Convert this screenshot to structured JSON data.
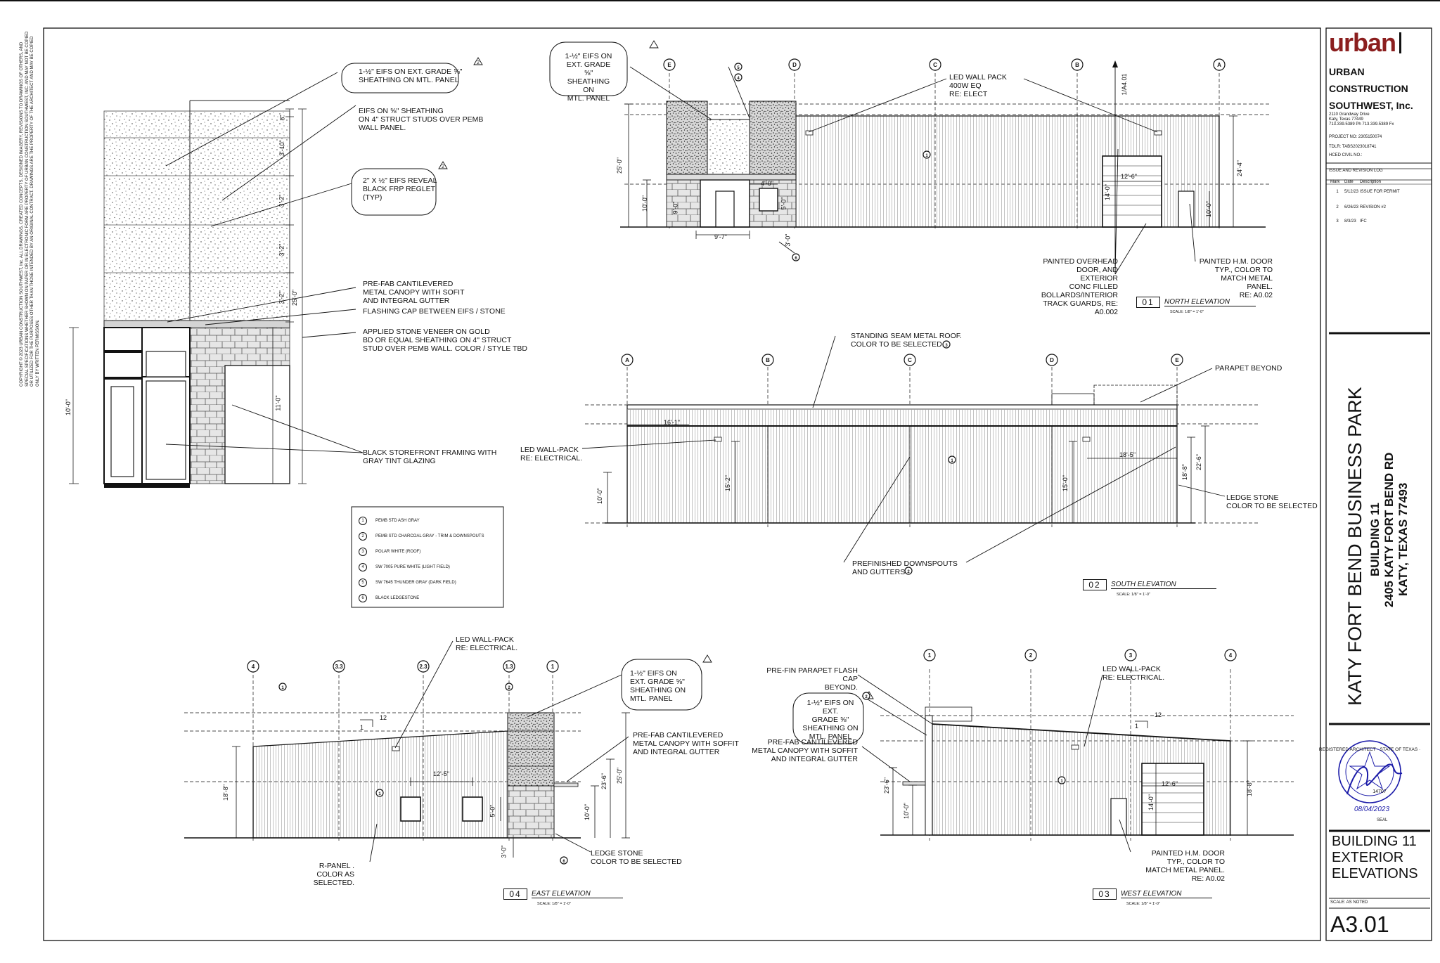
{
  "copyright_note": "COPYRIGHT © 2023 URBAN CONSTRUCTION SOUTHWEST, Inc. ALL DRAWINGS, CREATED CONCEPTS, DESIGNED IMAGERY, REVISIONS TO DRAWINGS OF OTHERS, AND SPECIAL SPECIFICATIONS WHETHER SHOWN ON PAPER OR IN ELECTRONIC FORM ARE PROPERTY OF URBAN CONSTRUCTION SOUTHWEST, INC. AND MAY NOT BE COPIED OR UTILIZED FOR THE PURPOSES OTHER THAN THOSE INTENDED BY AN ORIGINAL CONTRACT. DRAWINGS ARE THE PROPERTY OF THE ARCHITECT AND MAY BE COPIED ONLY BY WRITTEN PERMISSION.",
  "title_block": {
    "logo": "urban",
    "company_lines": [
      "URBAN",
      "CONSTRUCTION",
      "SOUTHWEST, Inc."
    ],
    "address_lines": [
      "2110 Grandway Drive",
      "Katy, Texas 77449",
      "713.339.5389 Ph    713.339.5389 Fx"
    ],
    "project_no": "PROJECT NO: 2305150074",
    "tdlr": "TDLR: TABS2023018741",
    "hced": "HCED CIVIL NO.:",
    "revision_log_title": "ISSUE AND REVISION LOG",
    "revision_headers": [
      "Mark",
      "Date",
      "Description"
    ],
    "revisions": [
      {
        "mark": "1",
        "date": "5/12/23",
        "desc": "ISSUE FOR PERMIT"
      },
      {
        "mark": "2",
        "date": "6/26/23",
        "desc": "REVISION #2"
      },
      {
        "mark": "3",
        "date": "8/3/23",
        "desc": "IFC"
      }
    ],
    "project_name": "KATY FORT BEND BUSINESS PARK",
    "building": "BUILDING 11",
    "street": "2405 KATY FORT BEND RD",
    "city": "KATY, TEXAS  77493",
    "seal_date": "08/04/2023",
    "seal_label": "SEAL",
    "seal_ring_text": "REGISTERED ARCHITECT · STATE OF TEXAS ·",
    "seal_number": "14707",
    "sheet_title_lines": [
      "BUILDING 11",
      "EXTERIOR",
      "ELEVATIONS"
    ],
    "scale": "SCALE:   AS NOTED",
    "sheet_number": "A3.01"
  },
  "legend": [
    {
      "num": "1",
      "text": "PEMB STD ASH GRAY"
    },
    {
      "num": "2",
      "text": "PEMB STD CHARCOAL GRAY - TRIM & DOWNSPOUTS"
    },
    {
      "num": "3",
      "text": "POLAR WHITE  (ROOF)"
    },
    {
      "num": "4",
      "text": "SW 7005 PURE WHITE (LIGHT FIELD)"
    },
    {
      "num": "5",
      "text": "SW 7645 THUNDER GRAY (DARK FIELD)"
    },
    {
      "num": "6",
      "text": "BLACK LEDGESTONE"
    }
  ],
  "detail": {
    "notes": [
      [
        "1-½\" EIFS ON EXT. GRADE ⅝\"",
        "SHEATHING ON MTL. PANEL"
      ],
      [
        "EIFS ON ⅝\" SHEATHING",
        "ON 4\" STRUCT STUDS OVER PEMB",
        "WALL PANEL."
      ],
      [
        "2\" X ½\" EIFS REVEAL",
        "BLACK FRP REGLET",
        "(TYP)"
      ],
      [
        "PRE-FAB CANTILEVERED",
        "METAL CANOPY WITH SOFIT",
        "AND INTEGRAL GUTTER"
      ],
      [
        "FLASHING CAP BETWEEN EIFS / STONE"
      ],
      [
        "APPLIED STONE VENEER ON GOLD",
        "BD OR EQUAL SHEATHING ON 4\" STRUCT",
        "STUD OVER PEMB WALL. COLOR / STYLE TBD"
      ],
      [
        "BLACK STOREFRONT FRAMING WITH",
        "GRAY TINT GLAZING"
      ]
    ],
    "dims": [
      "8\"",
      "3'-10\"",
      "3'-2\"",
      "3'-2\"",
      "3'-2\"",
      "25'-0\"",
      "11'-0\"",
      "10'-0\""
    ],
    "rev_tag": "2"
  },
  "north": {
    "title_num": "01",
    "title": "NORTH ELEVATION",
    "scale": "SCALE: 1/8\" = 1'-0\"",
    "grid": [
      "E",
      "D",
      "C",
      "B",
      "A"
    ],
    "section_ref": "1/A4.01",
    "notes": [
      [
        "1-½\" EIFS ON",
        "EXT. GRADE ⅝\"",
        "SHEATHING ON",
        "MTL. PANEL"
      ],
      [
        "LED WALL PACK",
        "400W EQ",
        "RE: ELECT"
      ],
      [
        "PAINTED OVERHEAD",
        "DOOR, AND EXTERIOR",
        "CONC FILLED",
        "BOLLARDS/INTERIOR",
        "TRACK GUARDS, RE:",
        "A0.002"
      ],
      [
        "PAINTED H.M. DOOR",
        "TYP.,    COLOR TO",
        "MATCH  METAL PANEL.",
        "RE: A0.02"
      ]
    ],
    "dims": [
      "25'-0\"",
      "10'-0\"",
      "9'-0\"",
      "9'-7\"",
      "4'-0\"",
      "5'-0\"",
      "3'-0\"",
      "12'-6\"",
      "14'-0\"",
      "24'-4\"",
      "10'-0\""
    ],
    "tags": [
      "5",
      "4",
      "1",
      "6"
    ]
  },
  "south": {
    "title_num": "02",
    "title": "SOUTH ELEVATION",
    "scale": "SCALE: 1/8\" = 1'-0\"",
    "grid": [
      "A",
      "B",
      "C",
      "D",
      "E"
    ],
    "notes": [
      [
        "STANDING SEAM METAL ROOF.",
        "COLOR TO BE SELECTED."
      ],
      [
        "PARAPET BEYOND"
      ],
      [
        "LED WALL-PACK",
        "RE: ELECTRICAL."
      ],
      [
        "LEDGE STONE",
        "COLOR TO BE SELECTED"
      ],
      [
        "PREFINISHED DOWNSPOUTS",
        "AND GUTTERS"
      ]
    ],
    "dims": [
      "16'-1\"",
      "10'-0\"",
      "15'-2\"",
      "15'-0\"",
      "18'-5\"",
      "18'-8\"",
      "22'-6\""
    ],
    "tags": [
      "3",
      "2",
      "1"
    ]
  },
  "east": {
    "title_num": "04",
    "title": "EAST ELEVATION",
    "scale": "SCALE: 1/8\" = 1'-0\"",
    "grid": [
      "4",
      "3.3",
      "2.3",
      "1.3",
      "1"
    ],
    "notes": [
      [
        "LED WALL-PACK",
        "RE: ELECTRICAL."
      ],
      [
        "1-½\" EIFS ON",
        "EXT. GRADE ⅝\"",
        "SHEATHING ON",
        "MTL. PANEL"
      ],
      [
        "PRE-FAB CANTILEVERED",
        "METAL CANOPY WITH SOFFIT",
        "AND INTEGRAL GUTTER"
      ],
      [
        "R-PANEL .",
        "COLOR AS SELECTED."
      ],
      [
        "LEDGE STONE",
        "COLOR TO BE SELECTED"
      ]
    ],
    "dims": [
      "18'-8\"",
      "12'-5\"",
      "5'-0\"",
      "3'-0\"",
      "10'-0\"",
      "23'-6\"",
      "25'-0\"",
      "12",
      "1"
    ],
    "tags": [
      "2",
      "1",
      "6",
      "1"
    ]
  },
  "west": {
    "title_num": "03",
    "title": "WEST ELEVATION",
    "scale": "SCALE: 1/8\" = 1'-0\"",
    "grid": [
      "1",
      "2",
      "3",
      "4"
    ],
    "notes": [
      [
        "PRE-FIN PARAPET FLASH CAP",
        "BEYOND."
      ],
      [
        "1-½\" EIFS ON EXT.",
        "GRADE ⅝\"",
        "SHEATHING ON",
        "MTL. PANEL"
      ],
      [
        "PRE-FAB CANTILEVERED",
        "METAL CANOPY WITH SOFFIT",
        "AND INTEGRAL GUTTER"
      ],
      [
        "LED WALL-PACK",
        "RE: ELECTRICAL."
      ],
      [
        "PAINTED H.M. DOOR",
        "TYP.,    COLOR TO",
        "MATCH  METAL PANEL.",
        "RE: A0.02"
      ]
    ],
    "dims": [
      "23'-6\"",
      "10'-0\"",
      "12'-6\"",
      "14'-0\"",
      "18'-8\"",
      "12",
      "1"
    ],
    "tags": [
      "2",
      "1"
    ]
  },
  "colors": {
    "logo_red": "#8b1e1e",
    "seal_blue": "#1a1aa8",
    "ink": "#111111"
  }
}
